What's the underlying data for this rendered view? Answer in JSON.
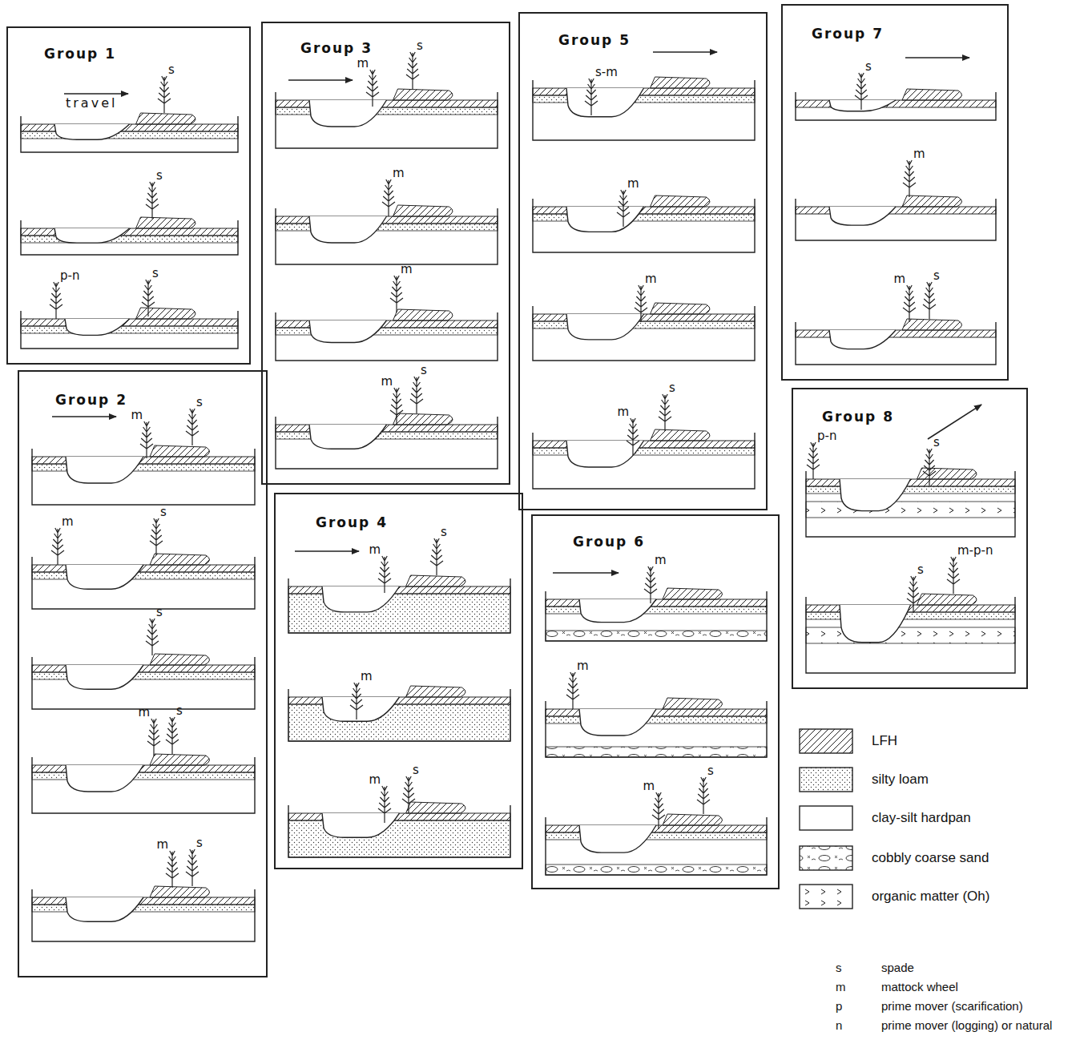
{
  "diagram": {
    "nodes": [
      {
        "text": [
          "Group 1"
        ]
      },
      {
        "text": [
          "Group 2"
        ]
      },
      {
        "text": [
          "Group 3"
        ]
      },
      {
        "text": [
          "Group 4"
        ]
      },
      {
        "text": [
          "Group 5"
        ]
      },
      {
        "text": [
          "Group 6"
        ]
      },
      {
        "text": [
          "Group 7"
        ]
      },
      {
        "text": [
          "Group 8"
        ]
      }
    ],
    "edges": [],
    "labels": [
      "travel",
      "s",
      "s",
      "p-n",
      "s",
      "m",
      "s",
      "m",
      "s",
      "s",
      "m",
      "s",
      "m",
      "s",
      "m",
      "s",
      "m",
      "m",
      "m",
      "s",
      "m",
      "s",
      "m",
      "m",
      "s",
      "s-m",
      "m",
      "m",
      "m",
      "s",
      "m",
      "m",
      "m",
      "s",
      "s",
      "m",
      "m",
      "s",
      "p-n",
      "s",
      "m-p-n",
      "s",
      "s",
      "m",
      "p",
      "n"
    ],
    "legend": [
      {
        "text": "LFH"
      },
      {
        "text": "silty loam"
      },
      {
        "text": "clay-silt hardpan"
      },
      {
        "text": "cobbly coarse sand"
      },
      {
        "text": "organic matter (Oh)"
      },
      {
        "text": "spade"
      },
      {
        "text": "mattock wheel"
      },
      {
        "text": "prime mover (scarification)"
      },
      {
        "text": "prime mover (logging) or natural"
      }
    ]
  }
}
